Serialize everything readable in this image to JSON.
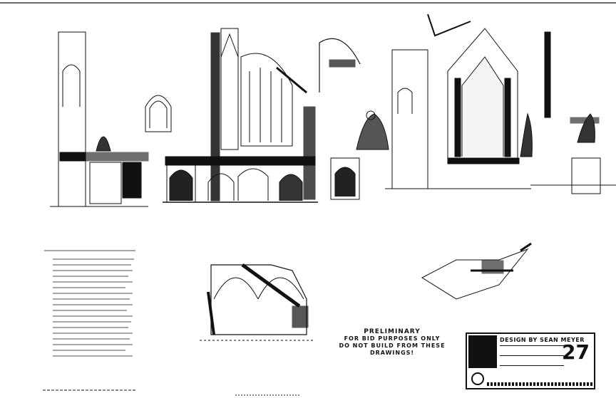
{
  "drawing": {
    "stamp_line1": "PRELIMINARY",
    "stamp_line2": "FOR BID PURPOSES ONLY",
    "stamp_line3": "DO NOT BUILD FROM THESE DRAWINGS!",
    "titleblock": {
      "designer": "DESIGN BY SEAN MEYER",
      "sheet_number": "27"
    }
  },
  "colors": {
    "ink": "#111111",
    "paper": "#ffffff"
  }
}
